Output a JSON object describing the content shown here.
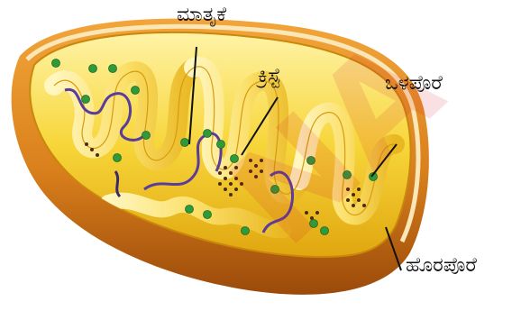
{
  "labels": {
    "matrix": "ಮಾತೃಕೆ",
    "cristae": "ಕ್ರಿಸ್ಟೆ",
    "inner_membrane": "ಒಳಪೊರೆ",
    "outer_membrane": "ಹೊರಪೊರೆ"
  },
  "watermark": "NA",
  "colors": {
    "outer_shell": "#d9801c",
    "outer_shell_dark": "#a5500c",
    "inner_fill": "#f5cf2a",
    "inner_light": "#fff0a0",
    "granule": "#2e9a3a",
    "dna": "#5a3d9a",
    "ribosome": "#4a2a10"
  },
  "icons": {
    "granule": "green-granule-icon",
    "dna": "dna-strand-icon",
    "ribosome": "ribosome-dot-icon"
  }
}
